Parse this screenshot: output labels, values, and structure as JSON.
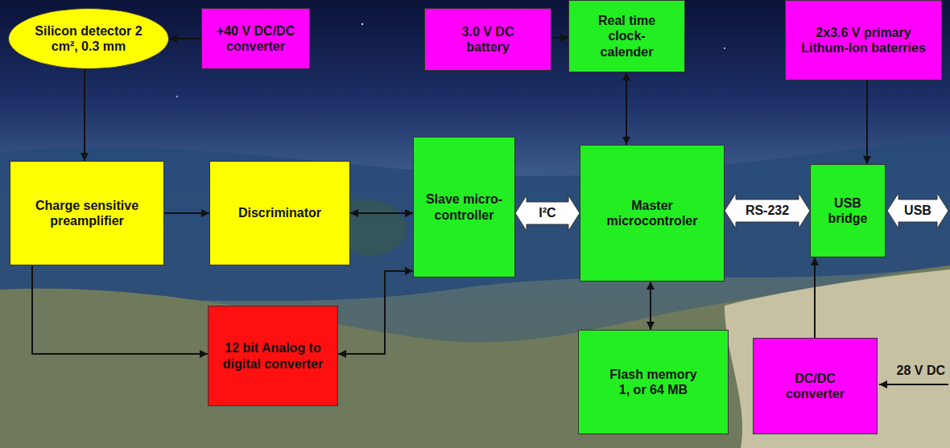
{
  "diagram": {
    "nodes": [
      {
        "text": [
          "Silicon detector 2 cm², 0.3 mm"
        ]
      },
      {
        "text": [
          "+40 V DC/DC converter"
        ]
      },
      {
        "text": [
          "3.0 V DC battery"
        ]
      },
      {
        "text": [
          "Real time clock-calender"
        ]
      },
      {
        "text": [
          "2x3.6 V primary Lithum-Ion baterries"
        ]
      },
      {
        "text": [
          "Charge sensitive preamplifier"
        ]
      },
      {
        "text": [
          "Discriminator"
        ]
      },
      {
        "text": [
          "Slave micro-controller"
        ]
      },
      {
        "text": [
          "Master microcontroler"
        ]
      },
      {
        "text": [
          "USB bridge"
        ]
      },
      {
        "text": [
          "12 bit Analog to digital converter"
        ]
      },
      {
        "text": [
          "Flash memory 1, or 64 MB"
        ]
      },
      {
        "text": [
          "DC/DC converter"
        ]
      }
    ],
    "edges": [
      {
        "from": 1,
        "to": 0,
        "arrow": "to"
      },
      {
        "from": 0,
        "to": 5,
        "arrow": "to"
      },
      {
        "from": 5,
        "to": 6,
        "arrow": "to"
      },
      {
        "from": 6,
        "to": 7,
        "arrow": "both"
      },
      {
        "from": 5,
        "to": 10,
        "arrow": "to"
      },
      {
        "from": 10,
        "to": 7,
        "arrow": "both"
      },
      {
        "from": 7,
        "to": 8,
        "label": "I²C",
        "arrow": "both"
      },
      {
        "from": 2,
        "to": 3,
        "arrow": "to"
      },
      {
        "from": 3,
        "to": 8,
        "arrow": "both"
      },
      {
        "from": 8,
        "to": 9,
        "label": "RS-232",
        "arrow": "both"
      },
      {
        "from": 4,
        "to": 9,
        "arrow": "to"
      },
      {
        "from": 8,
        "to": 11,
        "arrow": "both"
      },
      {
        "from": 12,
        "to": 9,
        "arrow": "to"
      }
    ],
    "labels": [
      "USB",
      "28 V DC"
    ]
  }
}
